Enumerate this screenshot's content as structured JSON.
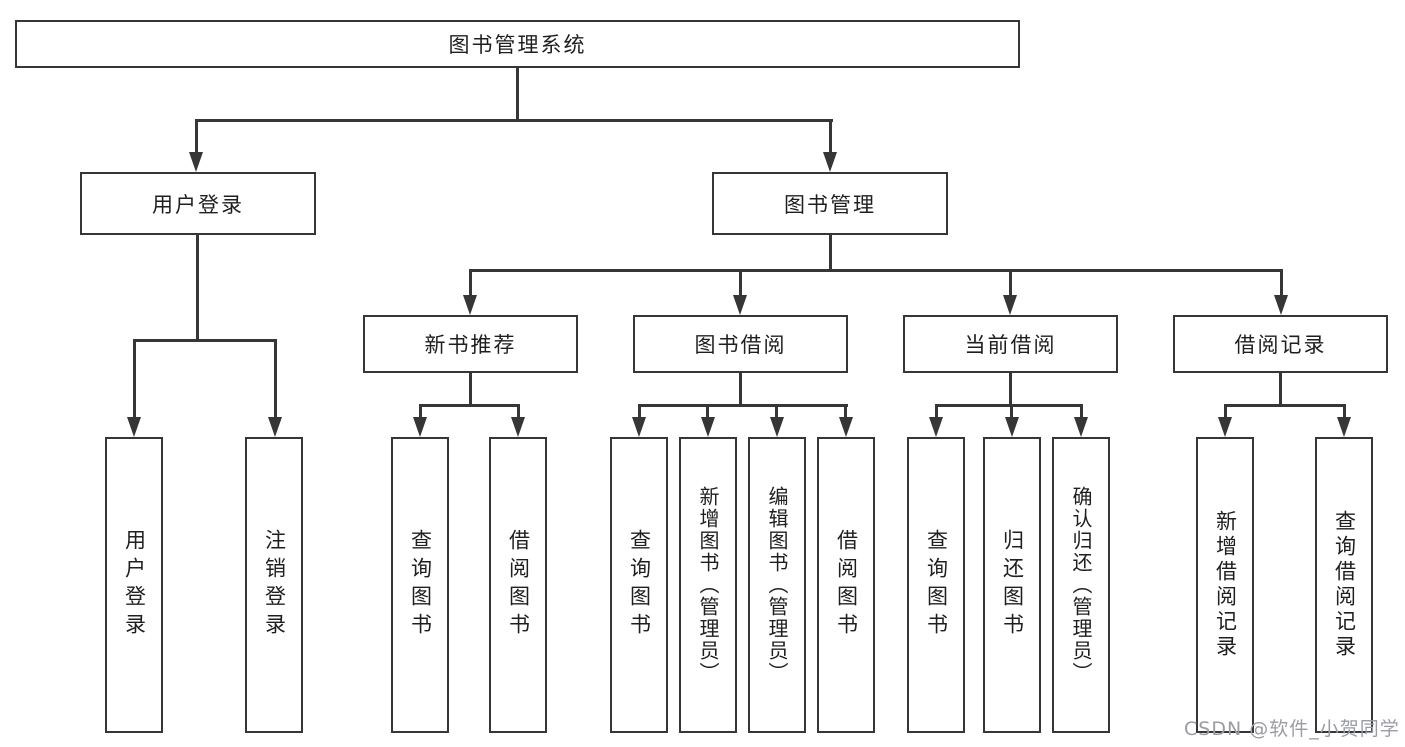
{
  "diagram": {
    "nodes": {
      "root": "图书管理系统",
      "user_login": "用户登录",
      "book_mgmt": "图书管理",
      "new_book_rec": "新书推荐",
      "book_borrow": "图书借阅",
      "current_borrow": "当前借阅",
      "borrow_records": "借阅记录",
      "leaves": {
        "user_login": [
          "用户登录",
          "注销登录"
        ],
        "new_book_rec": [
          "查询图书",
          "借阅图书"
        ],
        "book_borrow": [
          "查询图书",
          "新增图书（管理员）",
          "编辑图书（管理员）",
          "借阅图书"
        ],
        "current_borrow": [
          "查询图书",
          "归还图书",
          "确认归还（管理员）"
        ],
        "borrow_records": [
          "新增借阅记录",
          "查询借阅记录"
        ]
      }
    },
    "colors": {
      "line": "#363636",
      "box_border": "#363636",
      "text": "#1f1f1f",
      "background": "#ffffff",
      "watermark": "#9b9ca3"
    }
  },
  "watermark": "CSDN @软件_小贺同学"
}
